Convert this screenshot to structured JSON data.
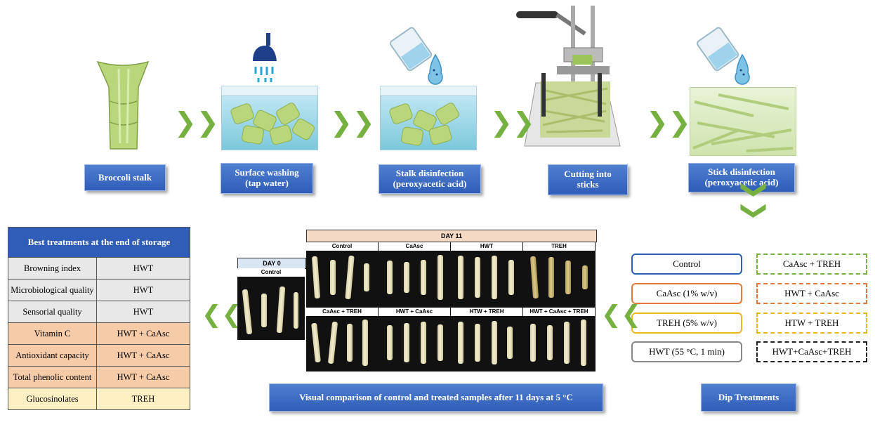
{
  "steps": [
    {
      "label_line1": "Broccoli stalk",
      "label_line2": ""
    },
    {
      "label_line1": "Surface washing",
      "label_line2": "(tap water)"
    },
    {
      "label_line1": "Stalk disinfection",
      "label_line2": "(peroxyacetic acid)"
    },
    {
      "label_line1": "Cutting into",
      "label_line2": "sticks"
    },
    {
      "label_line1": "Stick disinfection",
      "label_line2": "(peroxyacetic acid)"
    }
  ],
  "dip": {
    "title": "Dip Treatments",
    "solid": [
      "Control",
      "CaAsc (1% w/v)",
      "TREH (5% w/v)",
      "HWT (55 °C, 1 min)"
    ],
    "dashed": [
      "CaAsc + TREH",
      "HWT + CaAsc",
      "HTW + TREH",
      "HWT+CaAsc+TREH"
    ],
    "colors": {
      "control": "#2f5db8",
      "caasc": "#e07a3a",
      "treh": "#e8b820",
      "hwt": "#888888",
      "black": "#222222",
      "green": "#76b041"
    }
  },
  "photos": {
    "day0_title": "DAY 0",
    "day0_label": "Control",
    "day11_title": "DAY 11",
    "labels": [
      "Control",
      "CaAsc",
      "HWT",
      "TREH",
      "CaAsc + TREH",
      "HWT + CaAsc",
      "HTW + TREH",
      "HWT + CaAsc + TREH"
    ],
    "caption": "Visual comparison of control and treated samples after 11 days at 5 °C"
  },
  "best": {
    "title": "Best treatments at the end of storage",
    "rows": [
      {
        "metric": "Browning index",
        "treatment": "HWT",
        "shade": "g"
      },
      {
        "metric": "Microbiological quality",
        "treatment": "HWT",
        "shade": "g"
      },
      {
        "metric": "Sensorial quality",
        "treatment": "HWT",
        "shade": "g"
      },
      {
        "metric": "Vitamin C",
        "treatment": "HWT + CaAsc",
        "shade": "o"
      },
      {
        "metric": "Antioxidant capacity",
        "treatment": "HWT + CaAsc",
        "shade": "o"
      },
      {
        "metric": "Total phenolic content",
        "treatment": "HWT + CaAsc",
        "shade": "o"
      },
      {
        "metric": "Glucosinolates",
        "treatment": "TREH",
        "shade": "y"
      }
    ]
  }
}
